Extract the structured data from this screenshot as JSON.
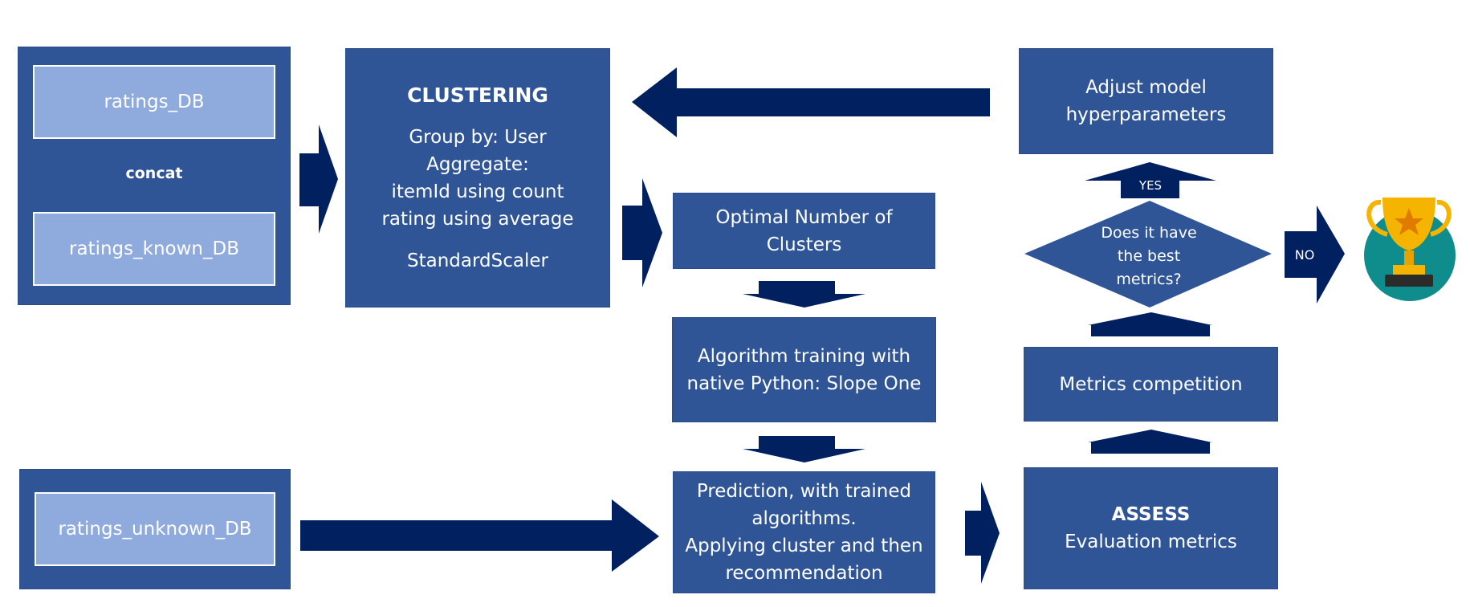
{
  "sources": {
    "ratings_db": "ratings_DB",
    "concat": "concat",
    "ratings_known_db": "ratings_known_DB",
    "ratings_unknown_db": "ratings_unknown_DB"
  },
  "clustering": {
    "title": "CLUSTERING",
    "group_by": "Group by: User",
    "aggregate": "Aggregate:",
    "item_count": "itemId  using count",
    "rating_avg": "rating using average",
    "scaler": "StandardScaler"
  },
  "optimal_clusters": {
    "line1": "Optimal Number of",
    "line2": "Clusters"
  },
  "training": {
    "line1": "Algorithm training with",
    "line2": "native Python: Slope One"
  },
  "prediction": {
    "line1": "Prediction, with trained",
    "line2": "algorithms.",
    "line3": "Applying cluster and then",
    "line4": "recommendation"
  },
  "assess": {
    "title": "ASSESS",
    "subtitle": "Evaluation metrics"
  },
  "metrics_competition": "Metrics competition",
  "adjust": {
    "line1": "Adjust model",
    "line2": "hyperparameters"
  },
  "decision": {
    "line1": "Does it have",
    "line2": "the best",
    "line3": "metrics?"
  },
  "labels": {
    "yes": "YES",
    "no": "NO"
  },
  "colors": {
    "box": "#2f5597",
    "inner_box": "#8faadc",
    "arrow": "#002060",
    "trophy_bg": "#0f8c8c",
    "trophy_gold": "#f5b400"
  },
  "icons": {
    "trophy": "trophy-icon"
  }
}
